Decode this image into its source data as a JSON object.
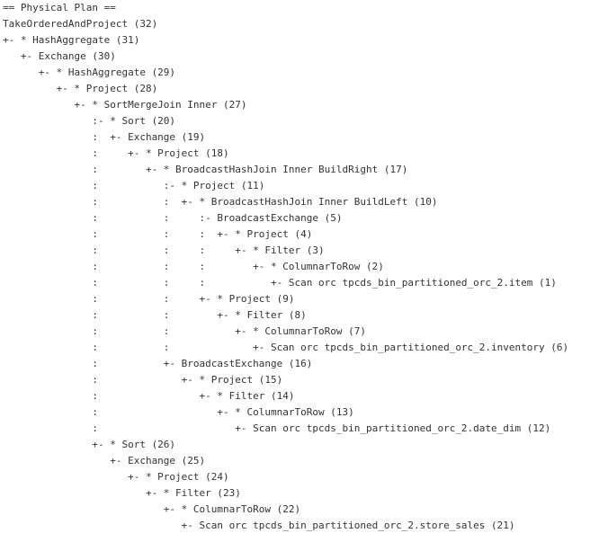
{
  "plan": {
    "lines": [
      "== Physical Plan ==",
      "TakeOrderedAndProject (32)",
      "+- * HashAggregate (31)",
      "   +- Exchange (30)",
      "      +- * HashAggregate (29)",
      "         +- * Project (28)",
      "            +- * SortMergeJoin Inner (27)",
      "               :- * Sort (20)",
      "               :  +- Exchange (19)",
      "               :     +- * Project (18)",
      "               :        +- * BroadcastHashJoin Inner BuildRight (17)",
      "               :           :- * Project (11)",
      "               :           :  +- * BroadcastHashJoin Inner BuildLeft (10)",
      "               :           :     :- BroadcastExchange (5)",
      "               :           :     :  +- * Project (4)",
      "               :           :     :     +- * Filter (3)",
      "               :           :     :        +- * ColumnarToRow (2)",
      "               :           :     :           +- Scan orc tpcds_bin_partitioned_orc_2.item (1)",
      "               :           :     +- * Project (9)",
      "               :           :        +- * Filter (8)",
      "               :           :           +- * ColumnarToRow (7)",
      "               :           :              +- Scan orc tpcds_bin_partitioned_orc_2.inventory (6)",
      "               :           +- BroadcastExchange (16)",
      "               :              +- * Project (15)",
      "               :                 +- * Filter (14)",
      "               :                    +- * ColumnarToRow (13)",
      "               :                       +- Scan orc tpcds_bin_partitioned_orc_2.date_dim (12)",
      "               +- * Sort (26)",
      "                  +- Exchange (25)",
      "                     +- * Project (24)",
      "                        +- * Filter (23)",
      "                           +- * ColumnarToRow (22)",
      "                              +- Scan orc tpcds_bin_partitioned_orc_2.store_sales (21)"
    ]
  }
}
